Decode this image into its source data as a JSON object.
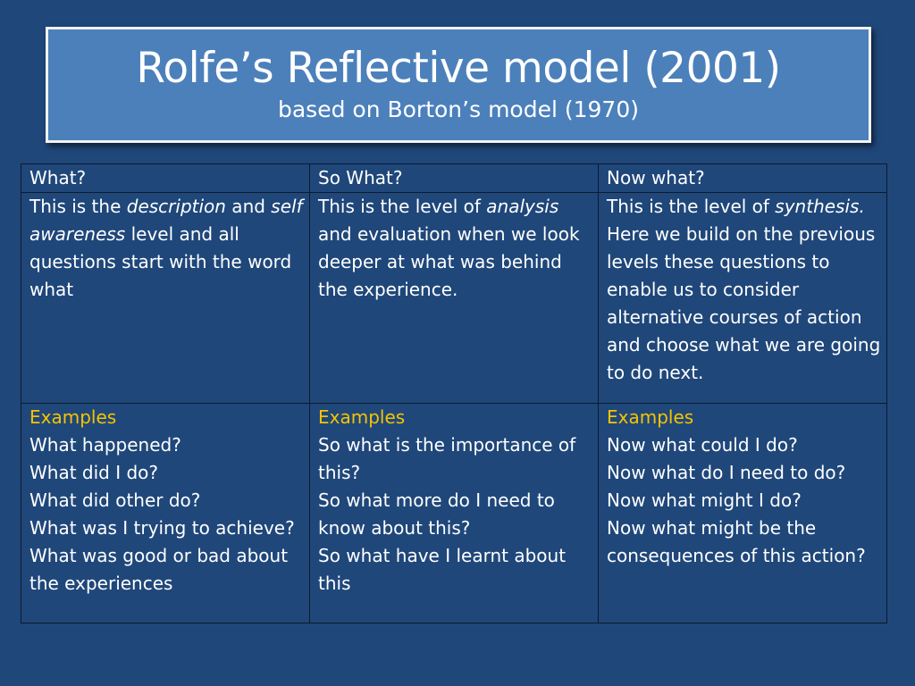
{
  "slide": {
    "title": "Rolfe’s Reflective model (2001)",
    "subtitle": "based on Borton’s model (1970)"
  },
  "table": {
    "headers": [
      "What?",
      "So What?",
      "Now what?"
    ],
    "descriptions": [
      {
        "part1": "This is the ",
        "em1": "description",
        "part2": " and ",
        "em2": "self awareness",
        "part3": " level and all questions start with the word what"
      },
      {
        "part1": "This is the level of ",
        "em1": "analysis",
        "part2": " and evaluation when we look deeper at what was behind the experience."
      },
      {
        "part1": "This is the level of ",
        "em1": "synthesis.",
        "part2": " Here we build on the previous levels these questions to enable us to consider alternative courses of action and choose what we are going to do next."
      }
    ],
    "examples_label": "Examples",
    "examples": [
      [
        "What happened?",
        "What did I do?",
        "What did other do?",
        "What was I trying to achieve?",
        "What was good or bad about the experiences"
      ],
      [
        "So what is the importance of this?",
        "So what more do I need to know about this?",
        "So what have I learnt about this"
      ],
      [
        "Now what could I do?",
        "Now what do I need to do?",
        "Now what might I do?",
        "Now what might be the consequences of this action?"
      ]
    ]
  },
  "colors": {
    "background": "#1f477a",
    "title_box": "#4c80bb",
    "heading_text": "#f5c400",
    "body_text": "#ffffff"
  }
}
